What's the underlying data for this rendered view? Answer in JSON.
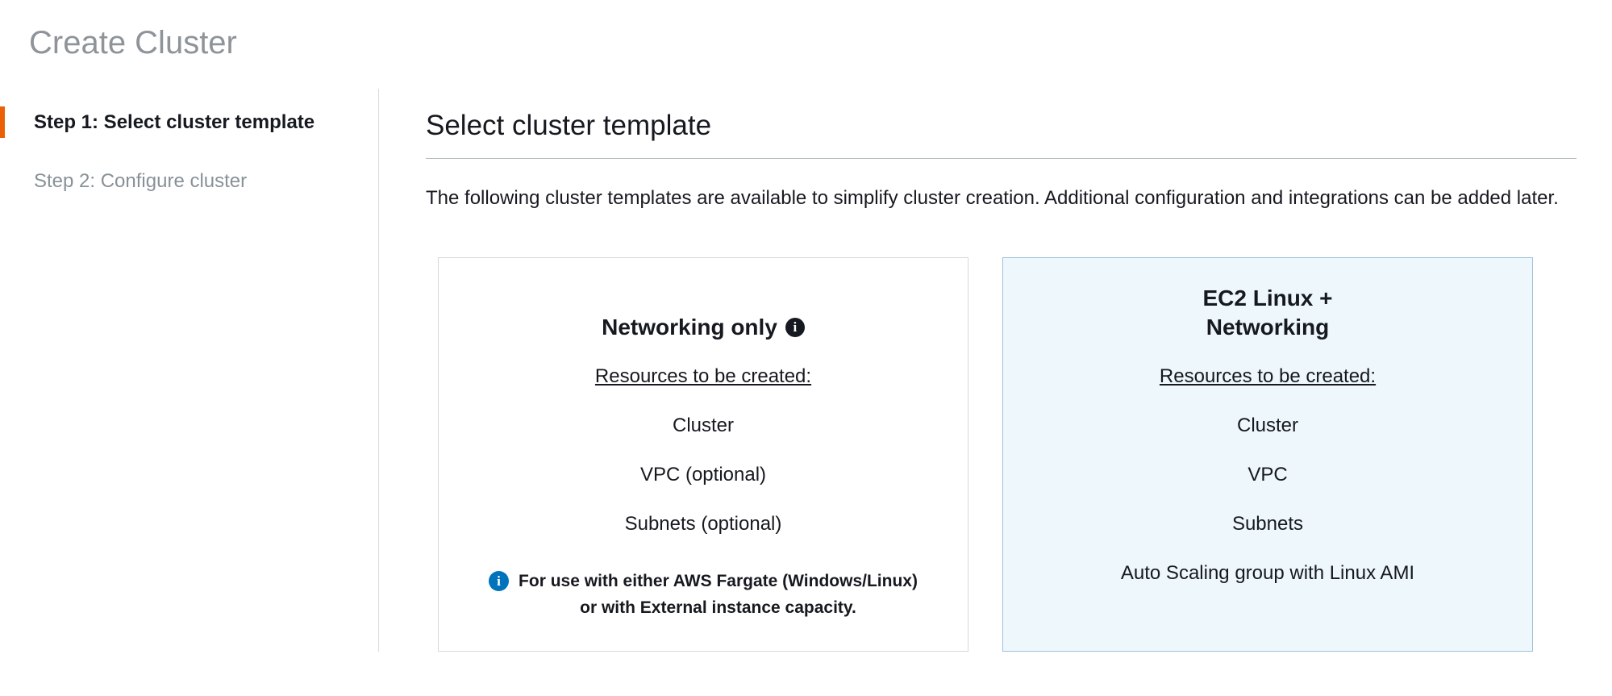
{
  "page": {
    "title": "Create Cluster"
  },
  "steps": [
    {
      "label": "Step 1: Select cluster template",
      "active": true
    },
    {
      "label": "Step 2: Configure cluster",
      "active": false
    }
  ],
  "main": {
    "heading": "Select cluster template",
    "description": "The following cluster templates are available to simplify cluster creation. Additional configuration and integrations can be added later.",
    "cards": [
      {
        "title": "Networking only",
        "info_icon_glyph": "i",
        "resources_label": "Resources to be created:",
        "resources": [
          "Cluster",
          "VPC (optional)",
          "Subnets (optional)"
        ],
        "note_icon_glyph": "i",
        "note": "For use with either AWS Fargate (Windows/Linux)\nor with External instance capacity.",
        "selected": false
      },
      {
        "title": "EC2 Linux +\nNetworking",
        "resources_label": "Resources to be created:",
        "resources": [
          "Cluster",
          "VPC",
          "Subnets",
          "Auto Scaling group with Linux AMI"
        ],
        "selected": true
      }
    ]
  },
  "colors": {
    "active_step_accent": "#eb5f07",
    "selected_card_background": "#eef7fc",
    "selected_card_border": "#9cc2da",
    "info_icon_blue": "#0073bb",
    "info_icon_dark": "#16191f",
    "muted_text": "#879196",
    "page_title_gray": "#8e9499"
  }
}
